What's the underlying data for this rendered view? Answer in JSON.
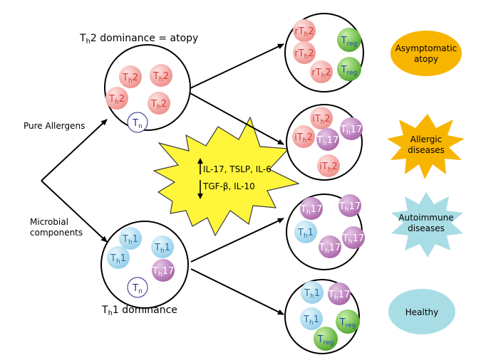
{
  "labels": {
    "th2_dominance": "T",
    "th2_dominance_sub": "h",
    "th2_dominance_rest": "2 dominance = atopy",
    "th1_dominance": "T",
    "th1_dominance_sub": "h",
    "th1_dominance_rest": "1 dominance",
    "pure_allergens": "Pure Allergens",
    "microbial_line1": "Microbial",
    "microbial_line2": "components",
    "burst_line1": "IL-17, TSLP, IL-6",
    "burst_line2": "TGF-β, IL-10"
  },
  "cells": {
    "th2": {
      "base": "T",
      "sub": "h",
      "tail": "2"
    },
    "rth2": {
      "base": "rT",
      "sub": "h",
      "tail": "2"
    },
    "ith2": {
      "base": "iT",
      "sub": "h",
      "tail": "2"
    },
    "th1": {
      "base": "T",
      "sub": "h",
      "tail": "1"
    },
    "th17": {
      "base": "T",
      "sub": "h",
      "tail": "17"
    },
    "treg": {
      "base": "T",
      "sub": "reg",
      "tail": ""
    },
    "tn": {
      "base": "T",
      "sub": "n",
      "tail": ""
    }
  },
  "outcomes": {
    "asymptomatic_line1": "Asymptomatic",
    "asymptomatic_line2": "atopy",
    "allergic_line1": "Allergic",
    "allergic_line2": "diseases",
    "autoimmune_line1": "Autoimmune",
    "autoimmune_line2": "diseases",
    "healthy": "Healthy"
  },
  "colors": {
    "th2_fill": "#f4a6a3",
    "th2_text": "#d63b36",
    "th1_fill": "#a9dcf2",
    "th1_text": "#2a6f9e",
    "th17_fill": "#c889c9",
    "th17_text": "#ffffff",
    "treg_fill": "#7ac943",
    "treg_text": "#1a4f9e",
    "tn_text": "#2b2b8c",
    "burst_fill": "#fff53a",
    "asymptomatic_fill": "#f7b500",
    "allergic_fill": "#f7b500",
    "autoimmune_fill": "#a9dde6",
    "healthy_fill": "#a9dde6"
  }
}
